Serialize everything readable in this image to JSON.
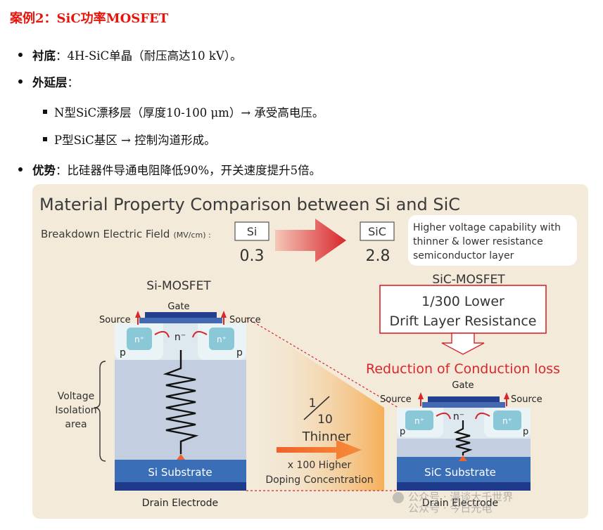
{
  "heading": "案例2：SiC功率MOSFET",
  "bullets": {
    "substrate": {
      "label": "衬底",
      "text": "：4H-SiC单晶（耐压高达10 kV）。"
    },
    "epi": {
      "label": "外延层",
      "text": "："
    },
    "epi_sub": [
      "N型SiC漂移层（厚度10-100 μm）→ 承受高电压。",
      "P型SiC基区 → 控制沟道形成。"
    ],
    "advantage": {
      "label": "优势",
      "text": "：比硅器件导通电阻降低90%，开关速度提升5倍。"
    }
  },
  "figure": {
    "title": "Material Property Comparison between Si and SiC",
    "breakdown_label": "Breakdown Electric Field",
    "breakdown_unit": "(MV/cm) :",
    "si_label": "Si",
    "si_value": "0.3",
    "sic_label": "SiC",
    "sic_value": "2.8",
    "note": [
      "Higher voltage capability with",
      "thinner & lower resistance",
      "semiconductor layer"
    ],
    "si_mosfet": {
      "title": "Si-MOSFET",
      "gate": "Gate",
      "source_left": "Source",
      "source_right": "Source",
      "n_plus": "n⁺",
      "n_minus": "n⁻",
      "p": "p",
      "substrate": "Si Substrate",
      "drain": "Drain Electrode",
      "voltage_area": [
        "Voltage",
        "Isolation",
        "area"
      ]
    },
    "sic_mosfet": {
      "title": "SiC-MOSFET",
      "box": [
        "1/300 Lower",
        "Drift Layer Resistance"
      ],
      "reduction": "Reduction of Conduction loss",
      "gate": "Gate",
      "source_left": "Source",
      "source_right": "Source",
      "n_plus": "n⁺",
      "n_minus": "n⁻",
      "p": "p",
      "substrate": "SiC Substrate",
      "drain": "Drain Electrode"
    },
    "ratio_num": "1",
    "ratio_den": "10",
    "thinner": "Thinner",
    "doping": [
      "x 100 Higher",
      "Doping Concentration"
    ]
  },
  "watermark": {
    "line1": "公众号 · 漫谈大千世界",
    "line2": "公众号 · 今日光电"
  },
  "colors": {
    "accent_red": "#e8140c",
    "figure_bg": "#f3ead9",
    "drift_blue": "#c3cfe0",
    "substrate_blue": "#3a6fb8",
    "gate_blue": "#243f8f",
    "arrow_red": "#d9262c",
    "arrow_orange": "#f0632a"
  }
}
